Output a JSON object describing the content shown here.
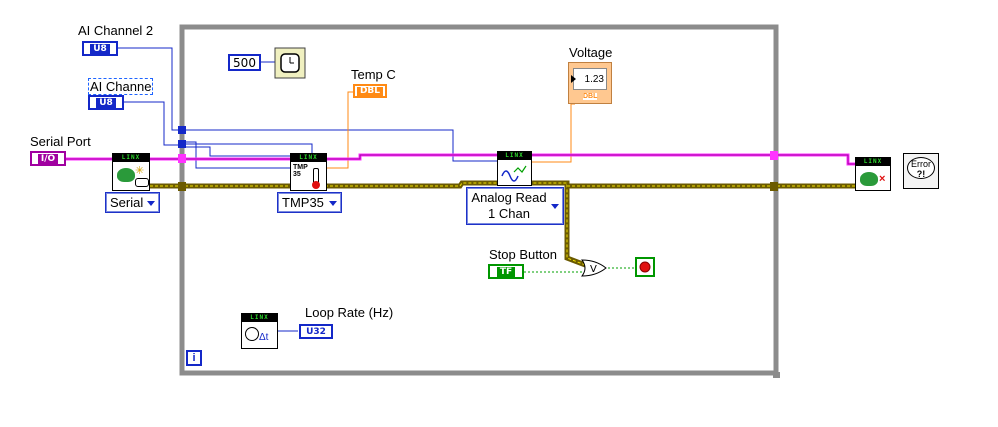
{
  "controls": {
    "ai_channel_2": {
      "label": "AI Channel 2",
      "type": "U8"
    },
    "ai_channel": {
      "label": "AI Channe",
      "type": "U8"
    },
    "serial_port": {
      "label": "Serial Port",
      "type": "I/O"
    },
    "stop_button": {
      "label": "Stop Button",
      "type": "TF"
    }
  },
  "indicators": {
    "temp_c": {
      "label": "Temp C",
      "type": "DBL"
    },
    "voltage": {
      "label": "Voltage",
      "type": "DBL",
      "display": "1.23"
    },
    "loop_rate": {
      "label": "Loop Rate (Hz)",
      "type": "U32"
    }
  },
  "constants": {
    "wait_ms": "500"
  },
  "vis": {
    "brand": "LINX",
    "tmp_text": "TMP\n35"
  },
  "selectors": {
    "serial": "Serial",
    "tmp35": "TMP35",
    "analog_read": {
      "line1": "Analog Read",
      "line2": "1 Chan"
    }
  },
  "error_handler": {
    "text": "Error",
    "subtext": "?!"
  },
  "loop": {
    "iteration_terminal": "i"
  },
  "colors": {
    "integer_wire": "#1428c8",
    "resource_wire": "#ff32ff",
    "error_wire": "#7a6a00",
    "boolean_wire": "#00a000",
    "double_wire": "#ff8a14",
    "loop_border": "#8c8c8c"
  }
}
